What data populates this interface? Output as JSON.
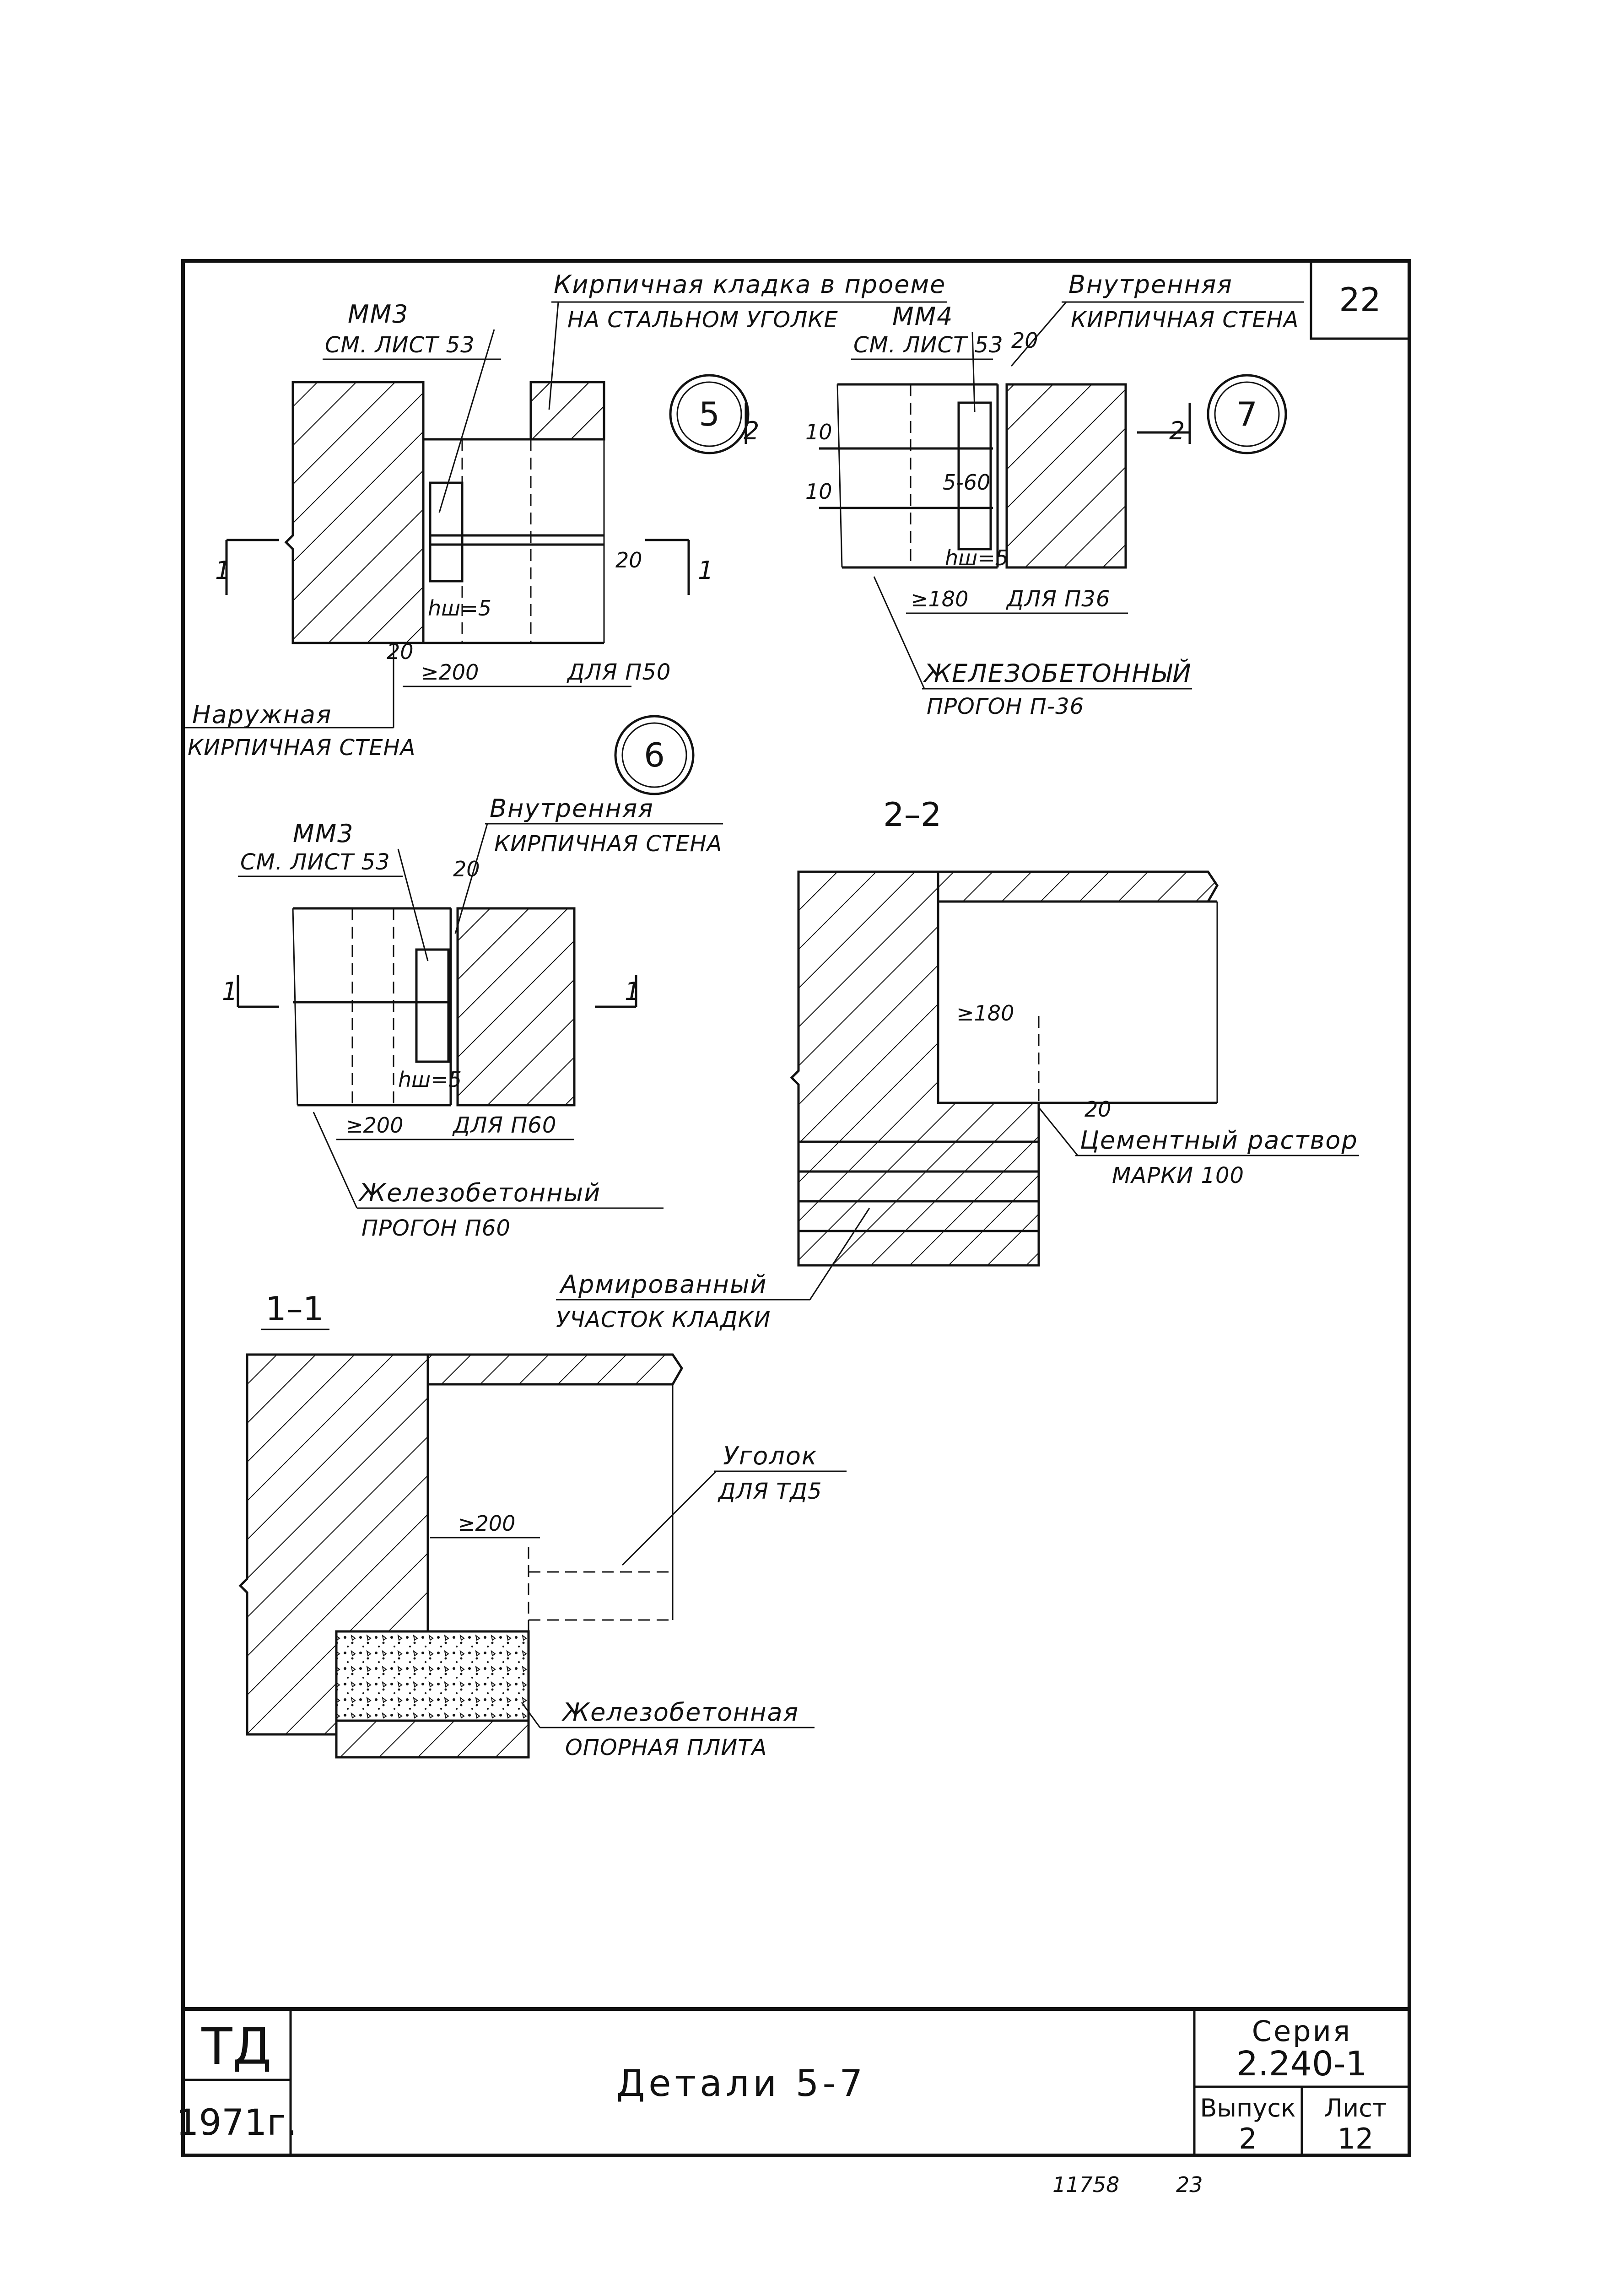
{
  "sheet_number": "22",
  "details": {
    "d5": {
      "marker": "5",
      "mm3_label": "ММ3",
      "mm3_ref": "СМ. ЛИСТ 53",
      "masonry_line1": "Кирпичная кладка в проеме",
      "masonry_line2": "НА СТАЛЬНОМ УГОЛКЕ",
      "outer_wall_line1": "Наружная",
      "outer_wall_line2": "КИРПИЧНАЯ СТЕНА",
      "section_mark": "1",
      "dim_20a": "20",
      "dim_20b": "20",
      "dim_200": "≥200",
      "for_label": "ДЛЯ П50",
      "hw": "hш=5"
    },
    "d7": {
      "marker": "7",
      "mm4_label": "ММ4",
      "mm4_ref": "СМ. ЛИСТ 53",
      "inner_wall_line1": "Внутренняя",
      "inner_wall_line2": "КИРПИЧНАЯ СТЕНА",
      "section_mark": "2",
      "dim_20": "20",
      "dim_10a": "10",
      "dim_10b": "10",
      "dim_5_60": "5-60",
      "dim_180": "≥180",
      "for_label": "ДЛЯ П36",
      "lintel_line1": "ЖЕЛЕЗОБЕТОННЫЙ",
      "lintel_line2": "ПРОГОН П-36",
      "hw": "hш=5"
    },
    "d6": {
      "marker": "6",
      "mm3_label": "ММ3",
      "mm3_ref": "СМ. ЛИСТ 53",
      "inner_wall_line1": "Внутренняя",
      "inner_wall_line2": "КИРПИЧНАЯ СТЕНА",
      "section_mark": "1",
      "dim_20": "20",
      "dim_200": "≥200",
      "for_label": "ДЛЯ П60",
      "lintel_line1": "Железобетонный",
      "lintel_line2": "ПРОГОН П60",
      "hw": "hш=5"
    },
    "s22": {
      "title": "2–2",
      "dim_180": "≥180",
      "dim_20": "20",
      "mortar_line1": "Цементный раствор",
      "mortar_line2": "МАРКИ 100",
      "reinforced_line1": "Армированный",
      "reinforced_line2": "УЧАСТОК КЛАДКИ"
    },
    "s11": {
      "title": "1–1",
      "dim_200": "≥200",
      "angle_line1": "Уголок",
      "angle_line2": "ДЛЯ ТД5",
      "plate_line1": "Железобетонная",
      "plate_line2": "ОПОРНАЯ ПЛИТА"
    }
  },
  "title_block": {
    "org": "ТД",
    "year": "1971г.",
    "title": "Детали 5-7",
    "series_label": "Серия",
    "series_value": "2.240-1",
    "issue_label": "Выпуск",
    "issue_value": "2",
    "sheet_label": "Лист",
    "sheet_value": "12"
  },
  "footer": {
    "inventory": "11758",
    "page": "23"
  }
}
